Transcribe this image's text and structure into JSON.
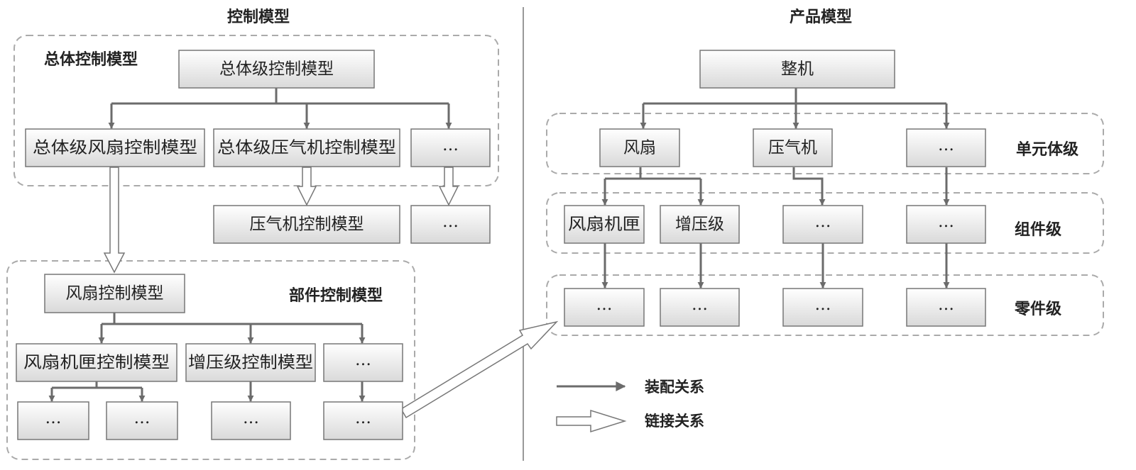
{
  "headings": {
    "control": "控制模型",
    "product": "产品模型"
  },
  "groups": {
    "overall_control": "总体控制模型",
    "component_control": "部件控制模型",
    "unit_level": "单元体级",
    "assembly_level": "组件级",
    "part_level": "零件级"
  },
  "nodes": {
    "overall_level_control": "总体级控制模型",
    "overall_fan_control": "总体级风扇控制模型",
    "overall_compressor_control": "总体级压气机控制模型",
    "overall_etc": "…",
    "compressor_control": "压气机控制模型",
    "overall_etc_child": "…",
    "fan_control": "风扇控制模型",
    "fan_casing_control": "风扇机匣控制模型",
    "booster_control": "增压级控制模型",
    "component_etc": "…",
    "fan_casing_child_1": "…",
    "fan_casing_child_2": "…",
    "booster_child": "…",
    "component_etc_child": "…",
    "engine": "整机",
    "fan": "风扇",
    "compressor": "压气机",
    "unit_etc": "…",
    "fan_casing": "风扇机匣",
    "booster": "增压级",
    "compressor_assembly_etc": "…",
    "unit_etc_assembly": "…",
    "fan_casing_part": "…",
    "booster_part": "…",
    "compressor_part": "…",
    "unit_etc_part": "…"
  },
  "legend": {
    "assembly": "装配关系",
    "link": "链接关系"
  },
  "colors": {
    "line": "#6b6b6b",
    "box_border": "#777777",
    "box_top": "#ffffff",
    "box_bottom": "#d9d9d9",
    "dashed": "#aaaaaa",
    "divider": "#999999"
  }
}
